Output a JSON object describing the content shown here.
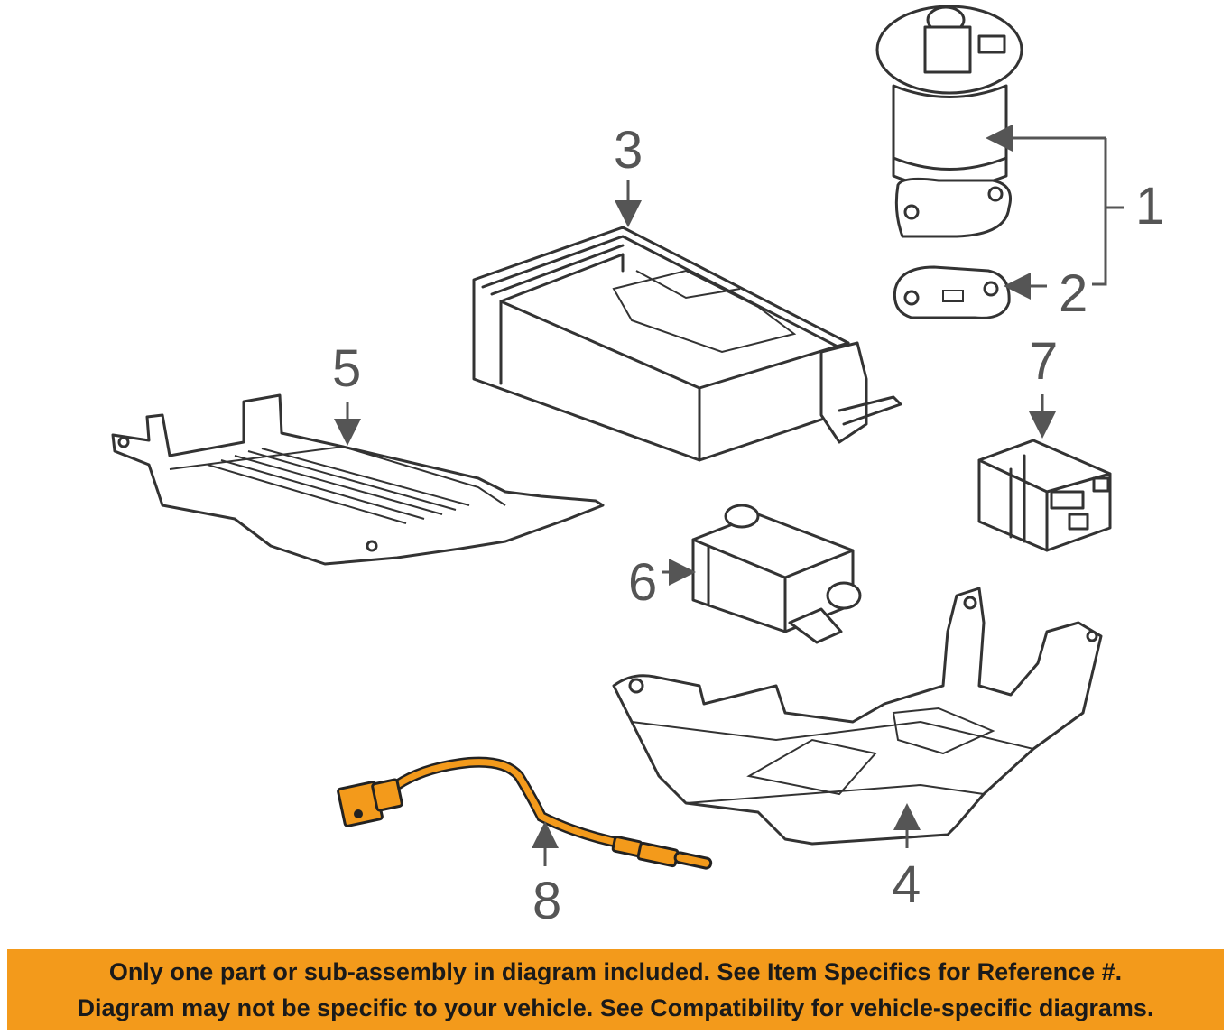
{
  "callouts": {
    "c1": "1",
    "c2": "2",
    "c3": "3",
    "c4": "4",
    "c5": "5",
    "c6": "6",
    "c7": "7",
    "c8": "8"
  },
  "banner": {
    "line1": "Only one part or sub-assembly in diagram included. See Item Specifics for Reference #.",
    "line2": "Diagram may not be specific to your vehicle. See Compatibility for vehicle-specific diagrams."
  },
  "colors": {
    "banner_background": "#f39a1b",
    "highlight_part": "#f39a1b",
    "line_art": "#333333",
    "callout_text": "#555555"
  }
}
